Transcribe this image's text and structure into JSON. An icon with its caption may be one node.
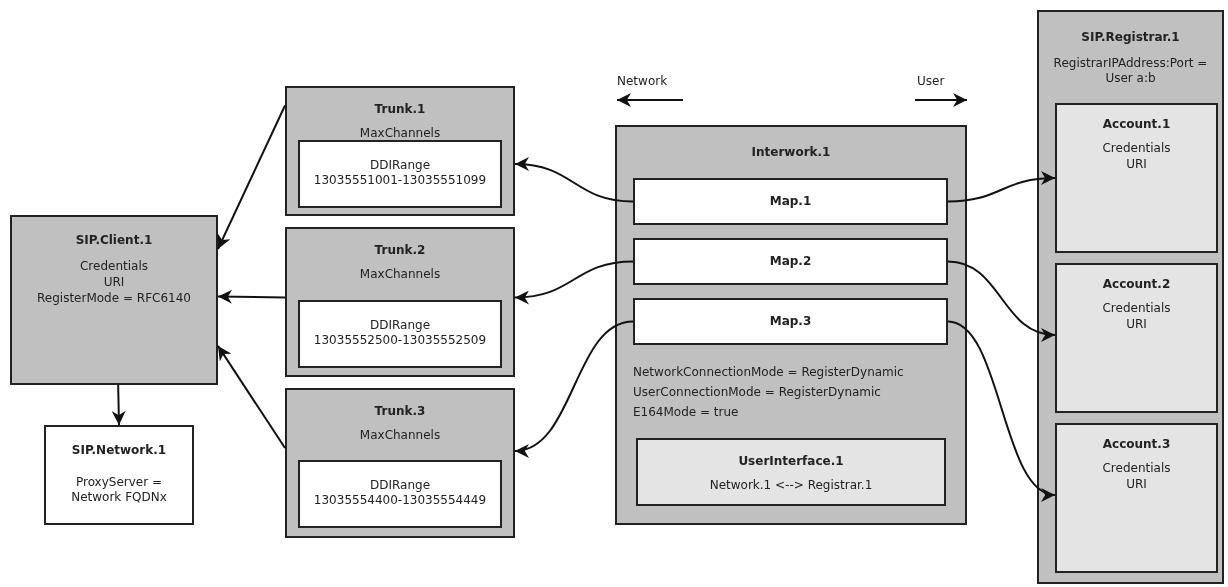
{
  "diagram": {
    "nodes": [
      {
        "text": [
          "SIP.Client.1",
          "Credentials",
          "URI",
          "RegisterMode = RFC6140"
        ]
      },
      {
        "text": [
          "SIP.Network.1",
          "ProxyServer = Network FQDNx"
        ]
      },
      {
        "text": [
          "Trunk.1",
          "MaxChannels"
        ]
      },
      {
        "text": [
          "DDIRange 13035551001-13035551099"
        ],
        "in": 2
      },
      {
        "text": [
          "Trunk.2",
          "MaxChannels"
        ]
      },
      {
        "text": [
          "DDIRange 13035552500-13035552509"
        ],
        "in": 4
      },
      {
        "text": [
          "Trunk.3",
          "MaxChannels"
        ]
      },
      {
        "text": [
          "DDIRange 13035554400-13035554449"
        ],
        "in": 6
      },
      {
        "text": [
          "Interwork.1",
          "NetworkConnectionMode = RegisterDynamic",
          "UserConnectionMode = RegisterDynamic",
          "E164Mode = true"
        ]
      },
      {
        "text": [
          "Map.1"
        ],
        "in": 8
      },
      {
        "text": [
          "Map.2"
        ],
        "in": 8
      },
      {
        "text": [
          "Map.3"
        ],
        "in": 8
      },
      {
        "text": [
          "UserInterface.1",
          "Network.1 <--> Registrar.1"
        ],
        "in": 8
      },
      {
        "text": [
          "SIP.Registrar.1",
          "RegistrarIPAddress:Port = User a:b"
        ]
      },
      {
        "text": [
          "Account.1",
          "Credentials",
          "URI"
        ],
        "in": 13
      },
      {
        "text": [
          "Account.2",
          "Credentials",
          "URI"
        ],
        "in": 13
      },
      {
        "text": [
          "Account.3",
          "Credentials",
          "URI"
        ],
        "in": 13
      }
    ],
    "edges": [
      {
        "from": 2,
        "to": 0,
        "arrow": "to"
      },
      {
        "from": 4,
        "to": 0,
        "arrow": "to"
      },
      {
        "from": 6,
        "to": 0,
        "arrow": "to"
      },
      {
        "from": 0,
        "to": 1,
        "arrow": "to"
      },
      {
        "from": 9,
        "to": 2,
        "arrow": "to"
      },
      {
        "from": 10,
        "to": 4,
        "arrow": "to"
      },
      {
        "from": 11,
        "to": 6,
        "arrow": "to"
      },
      {
        "from": 9,
        "to": 14,
        "arrow": "to"
      },
      {
        "from": 10,
        "to": 15,
        "arrow": "to"
      },
      {
        "from": 11,
        "to": 16,
        "arrow": "to"
      }
    ],
    "labels": [
      "Network",
      "User"
    ]
  }
}
